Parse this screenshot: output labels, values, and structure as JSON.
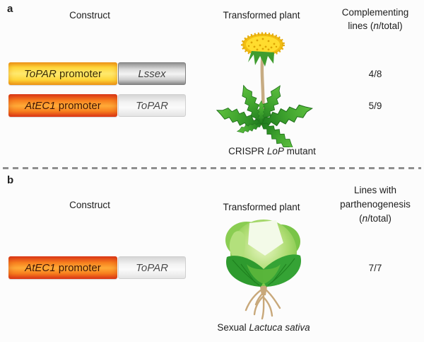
{
  "colors": {
    "promoter-yellow-edge": "#F09A1E",
    "promoter-yellow-mid": "#FFD73A",
    "promoter-yellow-center": "#FFE96E",
    "promoter-red-edge": "#E03A1A",
    "promoter-red-mid": "#F9821F",
    "promoter-red-center": "#FFAB38",
    "gene-dark-center": "#F4F4F4",
    "gene-light-edge": "#D6D6D6",
    "gene-light-center": "#FAFAFA",
    "dash-gray": "#8F8F8F",
    "text-dark": "#1F1F1F"
  },
  "panel_a": {
    "label": "a",
    "construct_header": "Construct",
    "plant_header": "Transformed plant",
    "result_header_line1": "Complementing",
    "result_header_line2_pre": "lines (",
    "result_header_line2_n": "n",
    "result_header_line2_post": "/total)",
    "rows": [
      {
        "promoter_name": "ToPAR",
        "promoter_suffix": " promoter",
        "gene_name": "Lssex",
        "value": "4/8"
      },
      {
        "promoter_name": "AtEC1",
        "promoter_suffix": " promoter",
        "gene_name": "ToPAR",
        "value": "5/9"
      }
    ],
    "plant_icon": "dandelion-plant-icon",
    "plant_caption_pre": "CRISPR ",
    "plant_caption_italic": "LoP",
    "plant_caption_post": " mutant"
  },
  "panel_b": {
    "label": "b",
    "construct_header": "Construct",
    "plant_header": "Transformed plant",
    "result_header_line1": "Lines with",
    "result_header_line2": "parthenogenesis",
    "result_header_line3_pre": "(",
    "result_header_line3_n": "n",
    "result_header_line3_post": "/total)",
    "rows": [
      {
        "promoter_name": "AtEC1",
        "promoter_suffix": " promoter",
        "gene_name": "ToPAR",
        "value": "7/7"
      }
    ],
    "plant_icon": "lettuce-plant-icon",
    "plant_caption_pre": "Sexual ",
    "plant_caption_italic": "Lactuca sativa",
    "plant_caption_post": ""
  }
}
